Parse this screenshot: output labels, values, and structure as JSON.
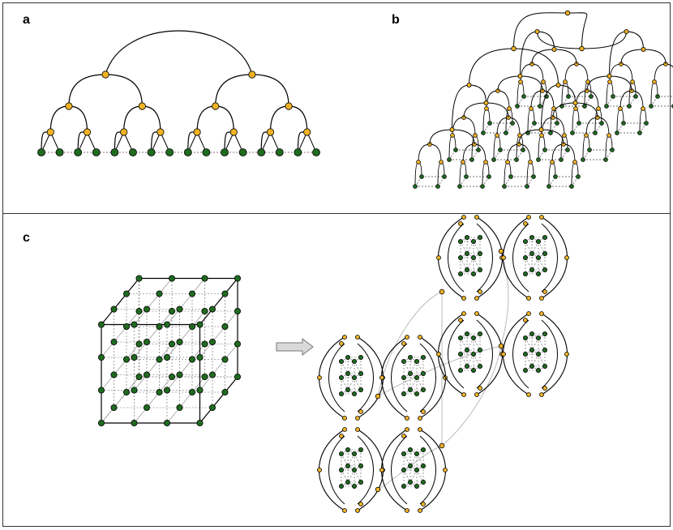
{
  "panels": {
    "a": {
      "label": "a"
    },
    "b": {
      "label": "b"
    },
    "c": {
      "label": "c"
    }
  },
  "colors": {
    "leaf": "#1f6b1f",
    "internal": "#f0b323",
    "edge": "#000000",
    "border": "#333333",
    "dashed": "#444444",
    "arrow_fill": "#d9d9d9",
    "link": "#bbbbbb"
  }
}
